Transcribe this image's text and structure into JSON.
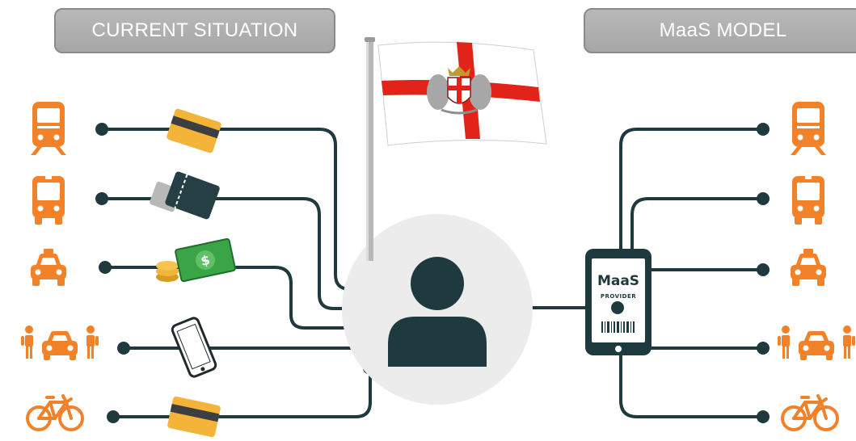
{
  "headers": {
    "left": "CURRENT SITUATION",
    "right": "MaaS MODEL"
  },
  "provider": {
    "title": "MaaS",
    "subtitle": "PROVIDER"
  },
  "colors": {
    "accent": "#f2822a",
    "line": "#1f3a3e",
    "card": "#f4b43a",
    "flag_cross": "#e2231a",
    "header_bg": "#a8a8a8"
  },
  "icons": {
    "left": [
      "train-icon",
      "bus-icon",
      "taxi-icon",
      "carpool-icon",
      "bicycle-icon"
    ],
    "right": [
      "train-icon",
      "bus-icon",
      "taxi-icon",
      "carpool-icon",
      "bicycle-icon"
    ],
    "payments": [
      "payment-card-icon",
      "ticket-icon",
      "cash-icon",
      "smartphone-icon",
      "payment-card-icon"
    ],
    "center": [
      "user-icon",
      "genoa-flag-icon",
      "phone-provider-icon"
    ]
  }
}
